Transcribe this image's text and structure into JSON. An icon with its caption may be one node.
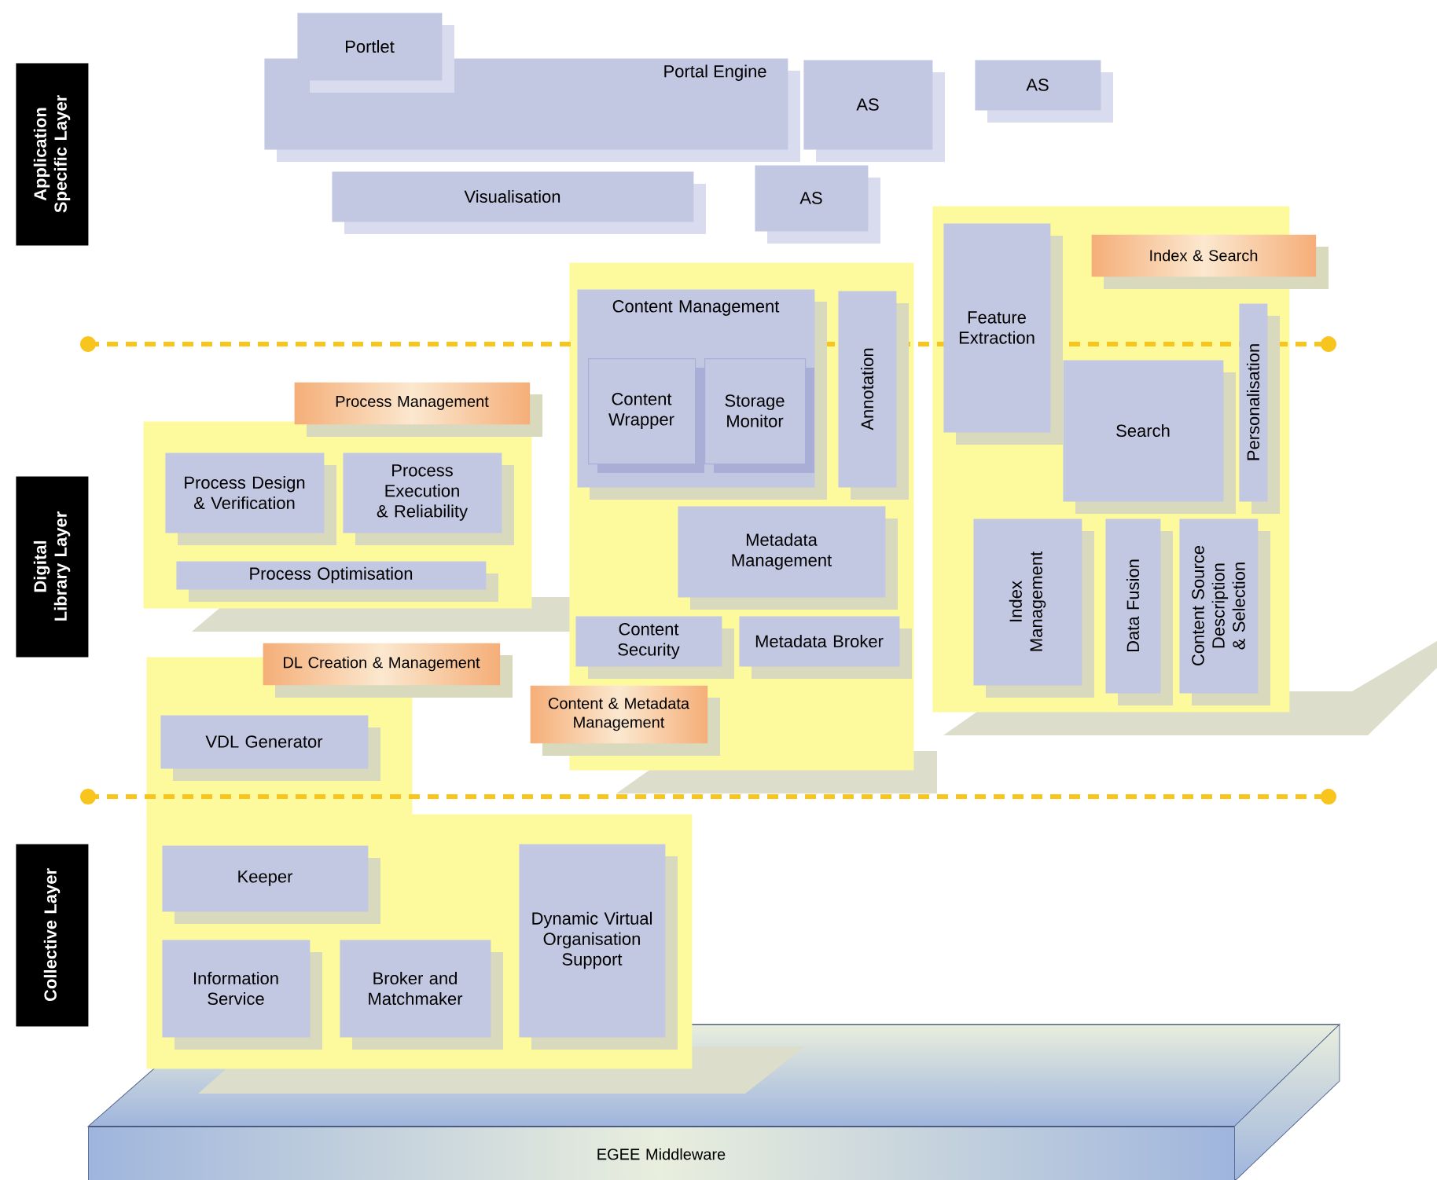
{
  "diagram": {
    "nodes": [
      {
        "text": [
          "Application Specific Layer"
        ]
      },
      {
        "text": [
          "Portlet"
        ]
      },
      {
        "text": [
          "Portal Engine"
        ]
      },
      {
        "text": [
          "AS"
        ]
      },
      {
        "text": [
          "AS"
        ]
      },
      {
        "text": [
          "Visualisation"
        ]
      },
      {
        "text": [
          "AS"
        ]
      },
      {
        "text": [
          "Digital Library Layer"
        ]
      },
      {
        "text": [],
        "shape": "box"
      },
      {
        "text": [
          "Content Management"
        ],
        "in": 8
      },
      {
        "text": [
          "Content Wrapper"
        ],
        "in": 9
      },
      {
        "text": [
          "Storage Monitor"
        ],
        "in": 9
      },
      {
        "text": [
          "Annotation"
        ],
        "in": 8
      },
      {
        "text": [
          "Metadata Management"
        ],
        "in": 8
      },
      {
        "text": [
          "Content Security"
        ],
        "in": 8
      },
      {
        "text": [
          "Metadata Broker"
        ],
        "in": 8
      },
      {
        "text": [
          "Content & Metadata Management"
        ]
      },
      {
        "text": [],
        "shape": "box"
      },
      {
        "text": [
          "Index & Search"
        ]
      },
      {
        "text": [
          "Feature Extraction"
        ],
        "in": 17
      },
      {
        "text": [
          "Search"
        ],
        "in": 17
      },
      {
        "text": [
          "Personalisation"
        ],
        "in": 17
      },
      {
        "text": [
          "Index Management"
        ],
        "in": 17
      },
      {
        "text": [
          "Data Fusion"
        ],
        "in": 17
      },
      {
        "text": [
          "Content Source Description & Selection"
        ],
        "in": 17
      },
      {
        "text": [
          "Process Management"
        ]
      },
      {
        "text": [],
        "shape": "box"
      },
      {
        "text": [
          "Process Design & Verification"
        ],
        "in": 26
      },
      {
        "text": [
          "Process Execution & Reliability"
        ],
        "in": 26
      },
      {
        "text": [
          "Process Optimisation"
        ],
        "in": 26
      },
      {
        "text": [
          "DL Creation & Management"
        ]
      },
      {
        "text": [],
        "shape": "box"
      },
      {
        "text": [
          "VDL Generator"
        ],
        "in": 31
      },
      {
        "text": [
          "Collective Layer"
        ]
      },
      {
        "text": [],
        "shape": "box"
      },
      {
        "text": [
          "Keeper"
        ],
        "in": 34
      },
      {
        "text": [
          "Information Service"
        ],
        "in": 34
      },
      {
        "text": [
          "Broker and Matchmaker"
        ],
        "in": 34
      },
      {
        "text": [
          "Dynamic Virtual Organisation Support"
        ],
        "in": 34
      },
      {
        "text": [
          "EGEE Middleware"
        ]
      }
    ],
    "edges": []
  }
}
